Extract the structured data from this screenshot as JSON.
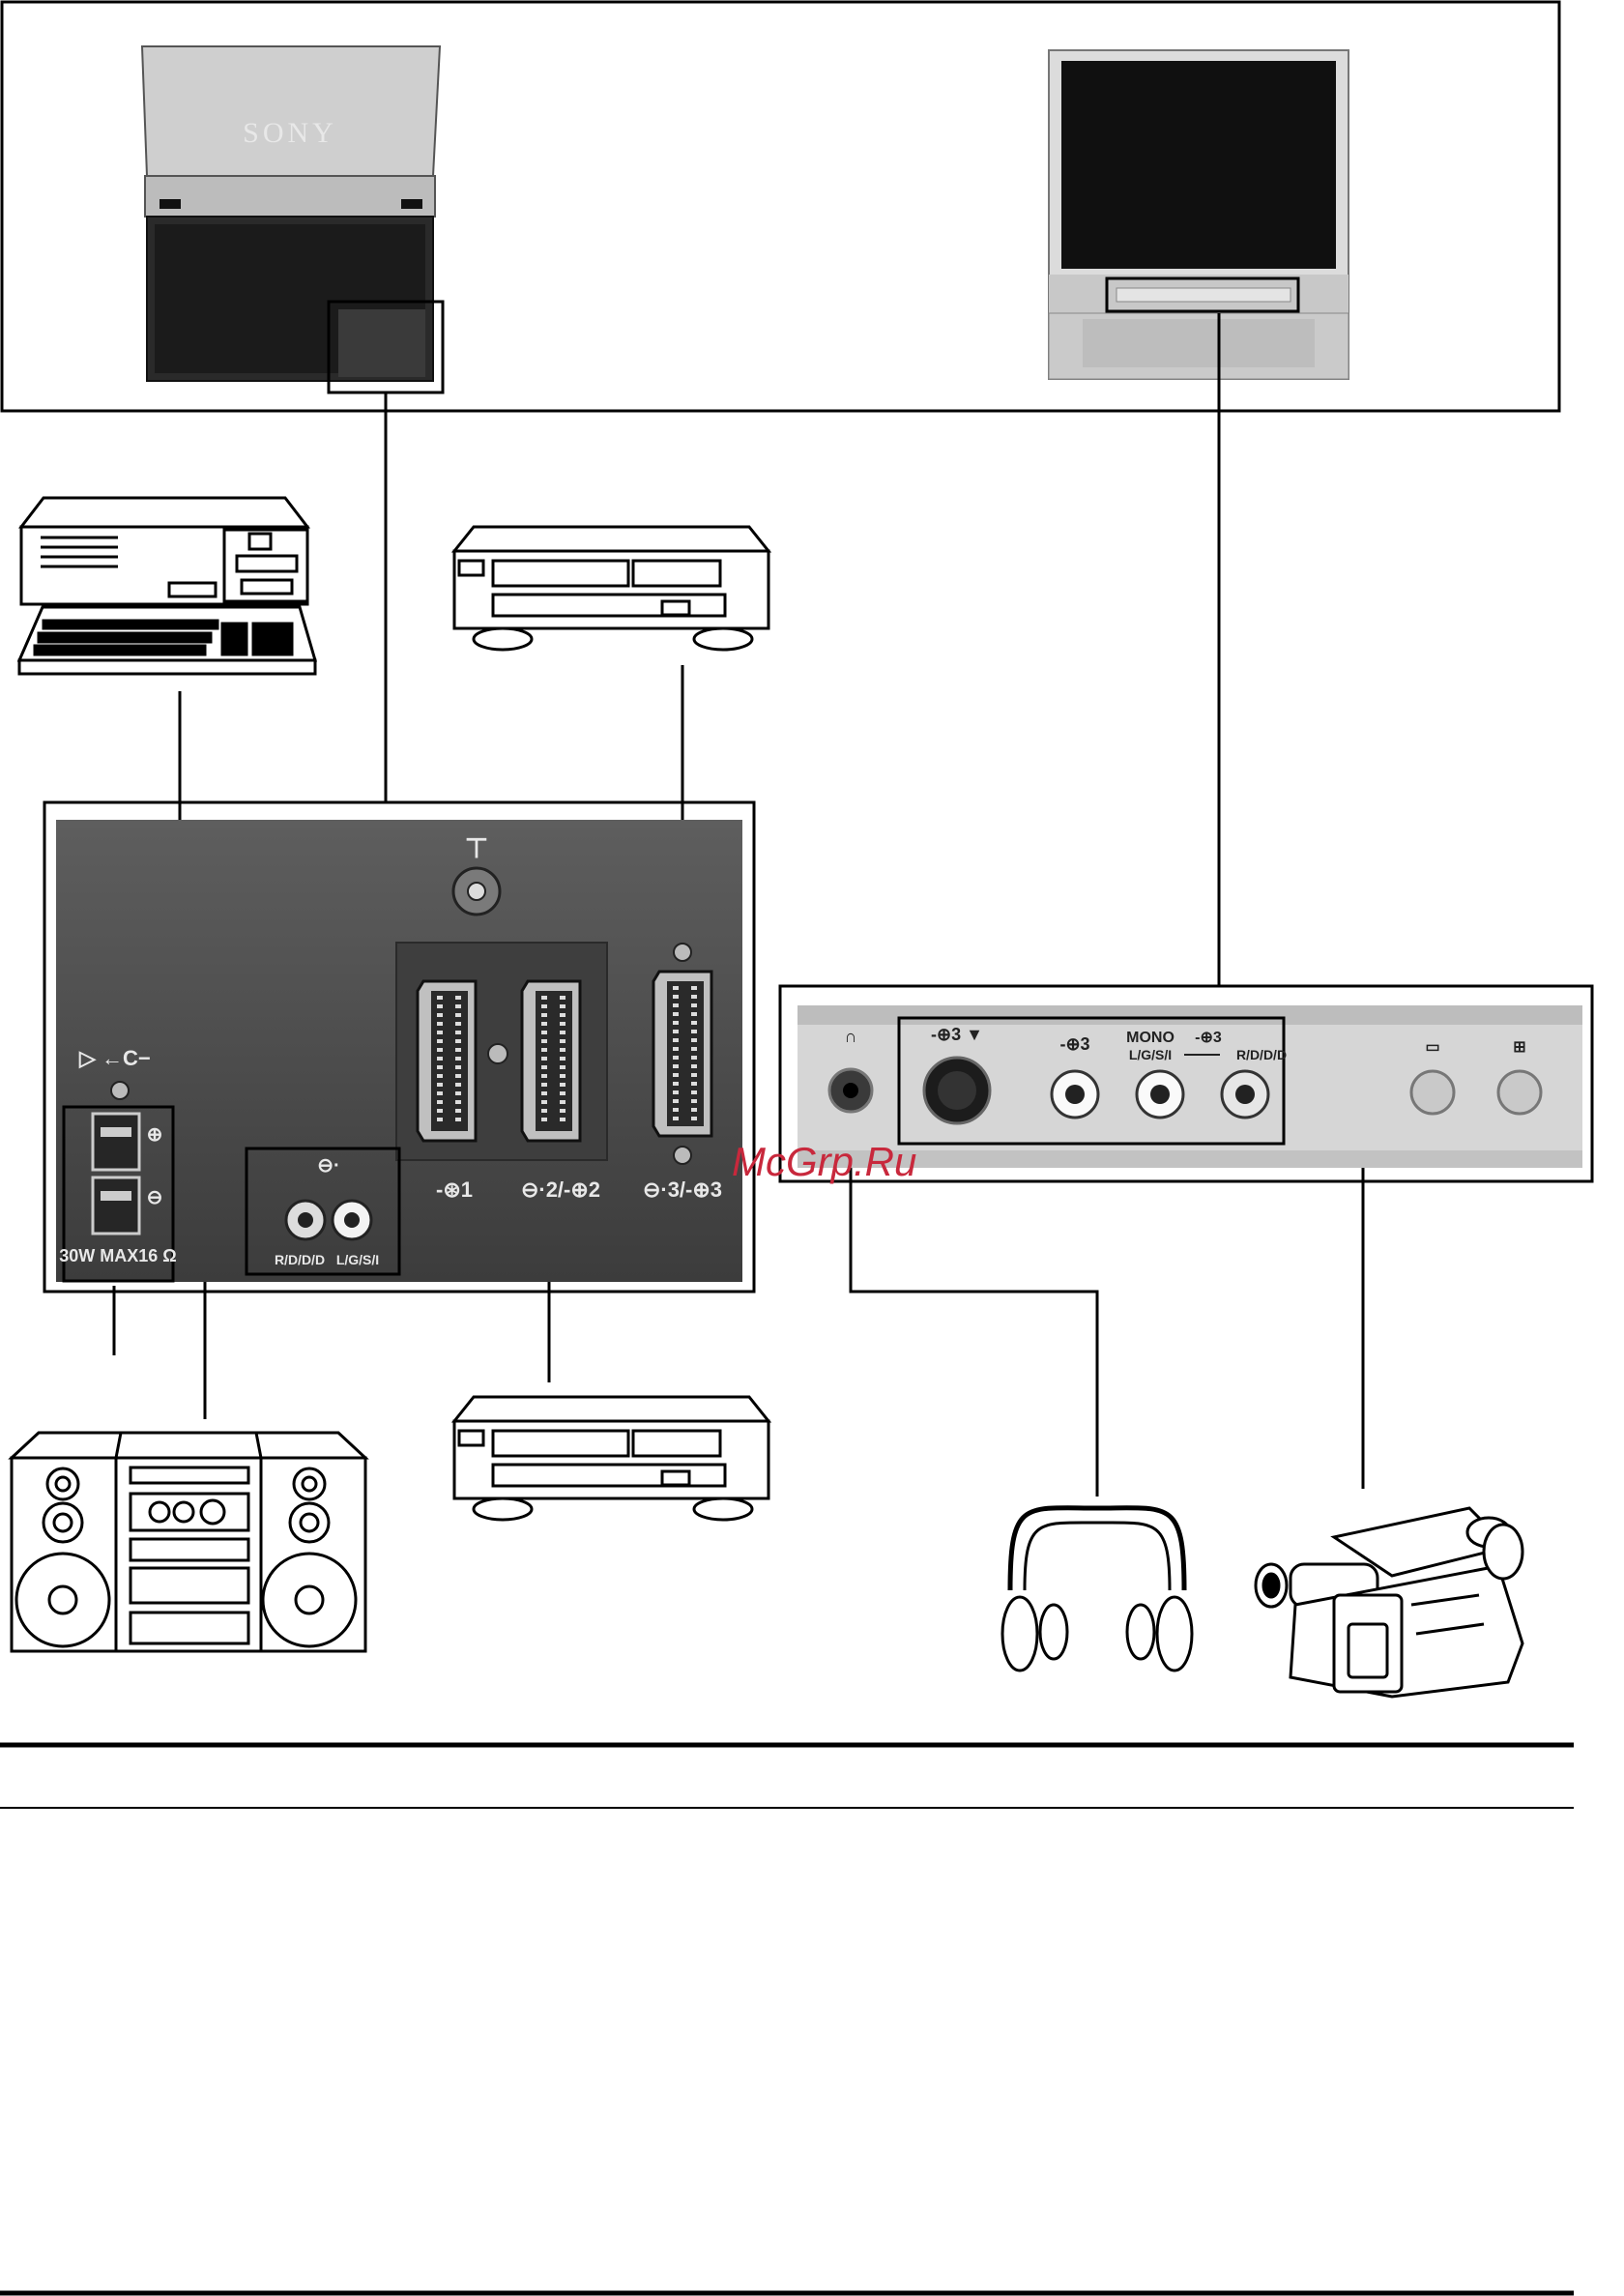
{
  "tv_rear": {
    "brand": "SONY"
  },
  "rear_panel": {
    "antenna_symbol": "⊤",
    "scart1_label": "-⊛1",
    "scart2_label": "⊖·2/-⊕2",
    "scart3_label": "⊖·3/-⊕3",
    "speaker_arrow_label": "▷ ←C−",
    "speaker_plus": "⊕",
    "speaker_minus": "⊖",
    "speaker_spec": "30W MAX16 Ω",
    "audio_out_symbol": "⊖·",
    "audio_r_label": "R/D/D/D",
    "audio_l_label": "L/G/S/I"
  },
  "front_panel": {
    "headphone_symbol": "∩",
    "svideo_label": "-⊕3 ▼",
    "video_label": "-⊕3",
    "mono_label": "MONO",
    "audio_in_label": "-⊕3",
    "audio_l_label": "L/G/S/I",
    "audio_r_label": "R/D/D/D",
    "button1_symbol": "▭",
    "button2_symbol": "⊞"
  },
  "watermark": "McGrp.Ru"
}
